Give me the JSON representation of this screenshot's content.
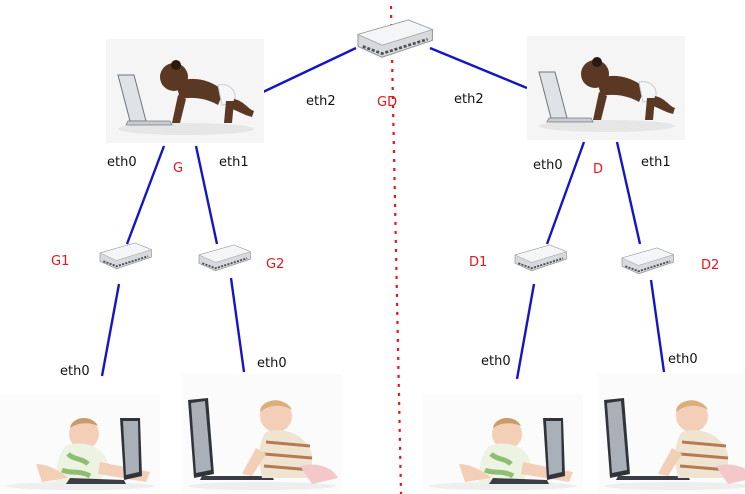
{
  "colors": {
    "link": "#1414c8",
    "divider": "#e8131b",
    "label_black": "#111111",
    "label_red": "#e8131b"
  },
  "icons": {
    "router": "network-switch-icon",
    "gateway_host": "crawling-baby-laptop-icon",
    "leaf_host": "baby-laptop-icon"
  },
  "labels": {
    "gd": "GD",
    "g_eth2": "eth2",
    "d_eth2": "eth2",
    "g": "G",
    "d": "D",
    "g_eth0": "eth0",
    "g_eth1": "eth1",
    "d_eth0": "eth0",
    "d_eth1": "eth1",
    "g1": "G1",
    "g2": "G2",
    "d1": "D1",
    "d2": "D2",
    "g1_eth0": "eth0",
    "g2_eth0": "eth0",
    "d1_eth0": "eth0",
    "d2_eth0": "eth0"
  }
}
